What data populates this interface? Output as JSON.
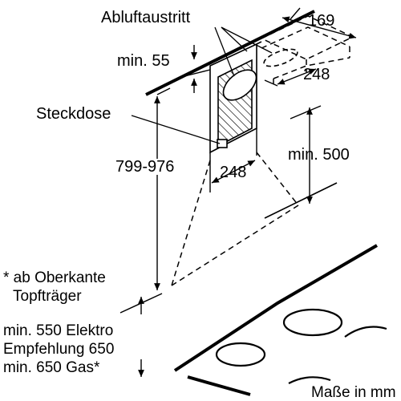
{
  "labels": {
    "exhaust_outlet": "Abluftaustritt",
    "socket": "Steckdose",
    "min_55": "min. 55",
    "dim_169": "169",
    "dim_248_top": "248",
    "dim_799_976": "799-976",
    "dim_248_mid": "248",
    "min_500": "min. 500",
    "footnote": [
      "* ab Oberkante",
      "Topfträger"
    ],
    "clearance": [
      "min. 550 Elektro",
      "Empfehlung 650",
      "min. 650 Gas*"
    ],
    "units": "Maße in mm"
  },
  "colors": {
    "ink": "#000000",
    "paper": "#ffffff"
  }
}
